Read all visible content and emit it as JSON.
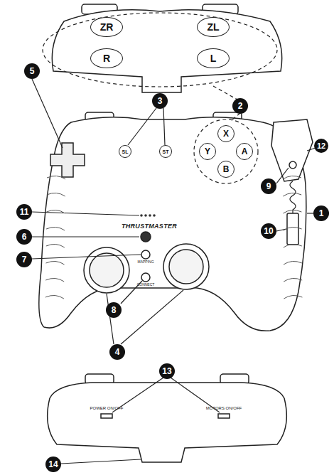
{
  "diagram": {
    "nodes": [
      {
        "text": [
          "ZR"
        ]
      },
      {
        "text": [
          "ZL"
        ]
      },
      {
        "text": [
          "R"
        ]
      },
      {
        "text": [
          "L"
        ]
      },
      {
        "text": [
          "5"
        ]
      },
      {
        "text": [
          "3"
        ]
      },
      {
        "text": [
          "2"
        ]
      },
      {
        "text": [
          "12"
        ]
      },
      {
        "text": [
          "SL"
        ]
      },
      {
        "text": [
          "ST"
        ]
      },
      {
        "text": [
          "X"
        ]
      },
      {
        "text": [
          "Y"
        ]
      },
      {
        "text": [
          "A"
        ]
      },
      {
        "text": [
          "B"
        ]
      },
      {
        "text": [
          "9"
        ]
      },
      {
        "text": [
          "11"
        ]
      },
      {
        "text": [
          "6"
        ]
      },
      {
        "text": [
          "7"
        ]
      },
      {
        "text": [
          "1"
        ]
      },
      {
        "text": [
          "10"
        ]
      },
      {
        "text": [
          "8"
        ]
      },
      {
        "text": [
          "4"
        ]
      },
      {
        "text": [
          "13"
        ]
      },
      {
        "text": [
          "14"
        ]
      }
    ],
    "labels": [
      "THRUSTMASTER",
      "MAPPING",
      "CONNECT",
      "POWER ON/OFF",
      "MOTORS ON/OFF"
    ]
  }
}
